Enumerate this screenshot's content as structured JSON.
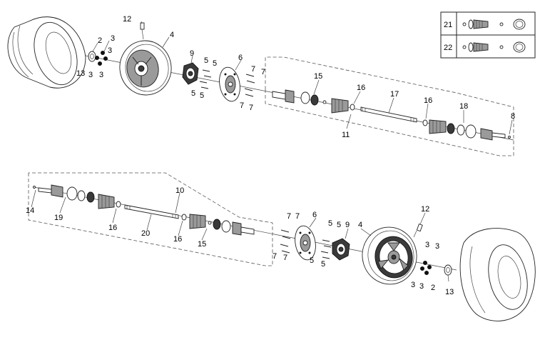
{
  "callouts": {
    "top": {
      "n2": "2",
      "n3a": "3",
      "n3b": "3",
      "n3c": "3",
      "n3d": "3",
      "n4": "4",
      "n5a": "5",
      "n5b": "5",
      "n5c": "5",
      "n5d": "5",
      "n6": "6",
      "n7a": "7",
      "n7b": "7",
      "n7c": "7",
      "n7d": "7",
      "n8": "8",
      "n9": "9",
      "n11": "11",
      "n12": "12",
      "n13": "13",
      "n15": "15",
      "n16a": "16",
      "n16b": "16",
      "n17": "17",
      "n18": "18"
    },
    "bottom": {
      "n2": "2",
      "n3a": "3",
      "n3b": "3",
      "n3c": "3",
      "n3d": "3",
      "n4": "4",
      "n5a": "5",
      "n5b": "5",
      "n5c": "5",
      "n5d": "5",
      "n6": "6",
      "n7a": "7",
      "n7b": "7",
      "n7c": "7",
      "n7d": "7",
      "n9": "9",
      "n10": "10",
      "n12": "12",
      "n13": "13",
      "n14": "14",
      "n15": "15",
      "n16a": "16",
      "n16b": "16",
      "n19": "19",
      "n20": "20"
    }
  },
  "legend": {
    "row1_label": "21",
    "row2_label": "22"
  }
}
